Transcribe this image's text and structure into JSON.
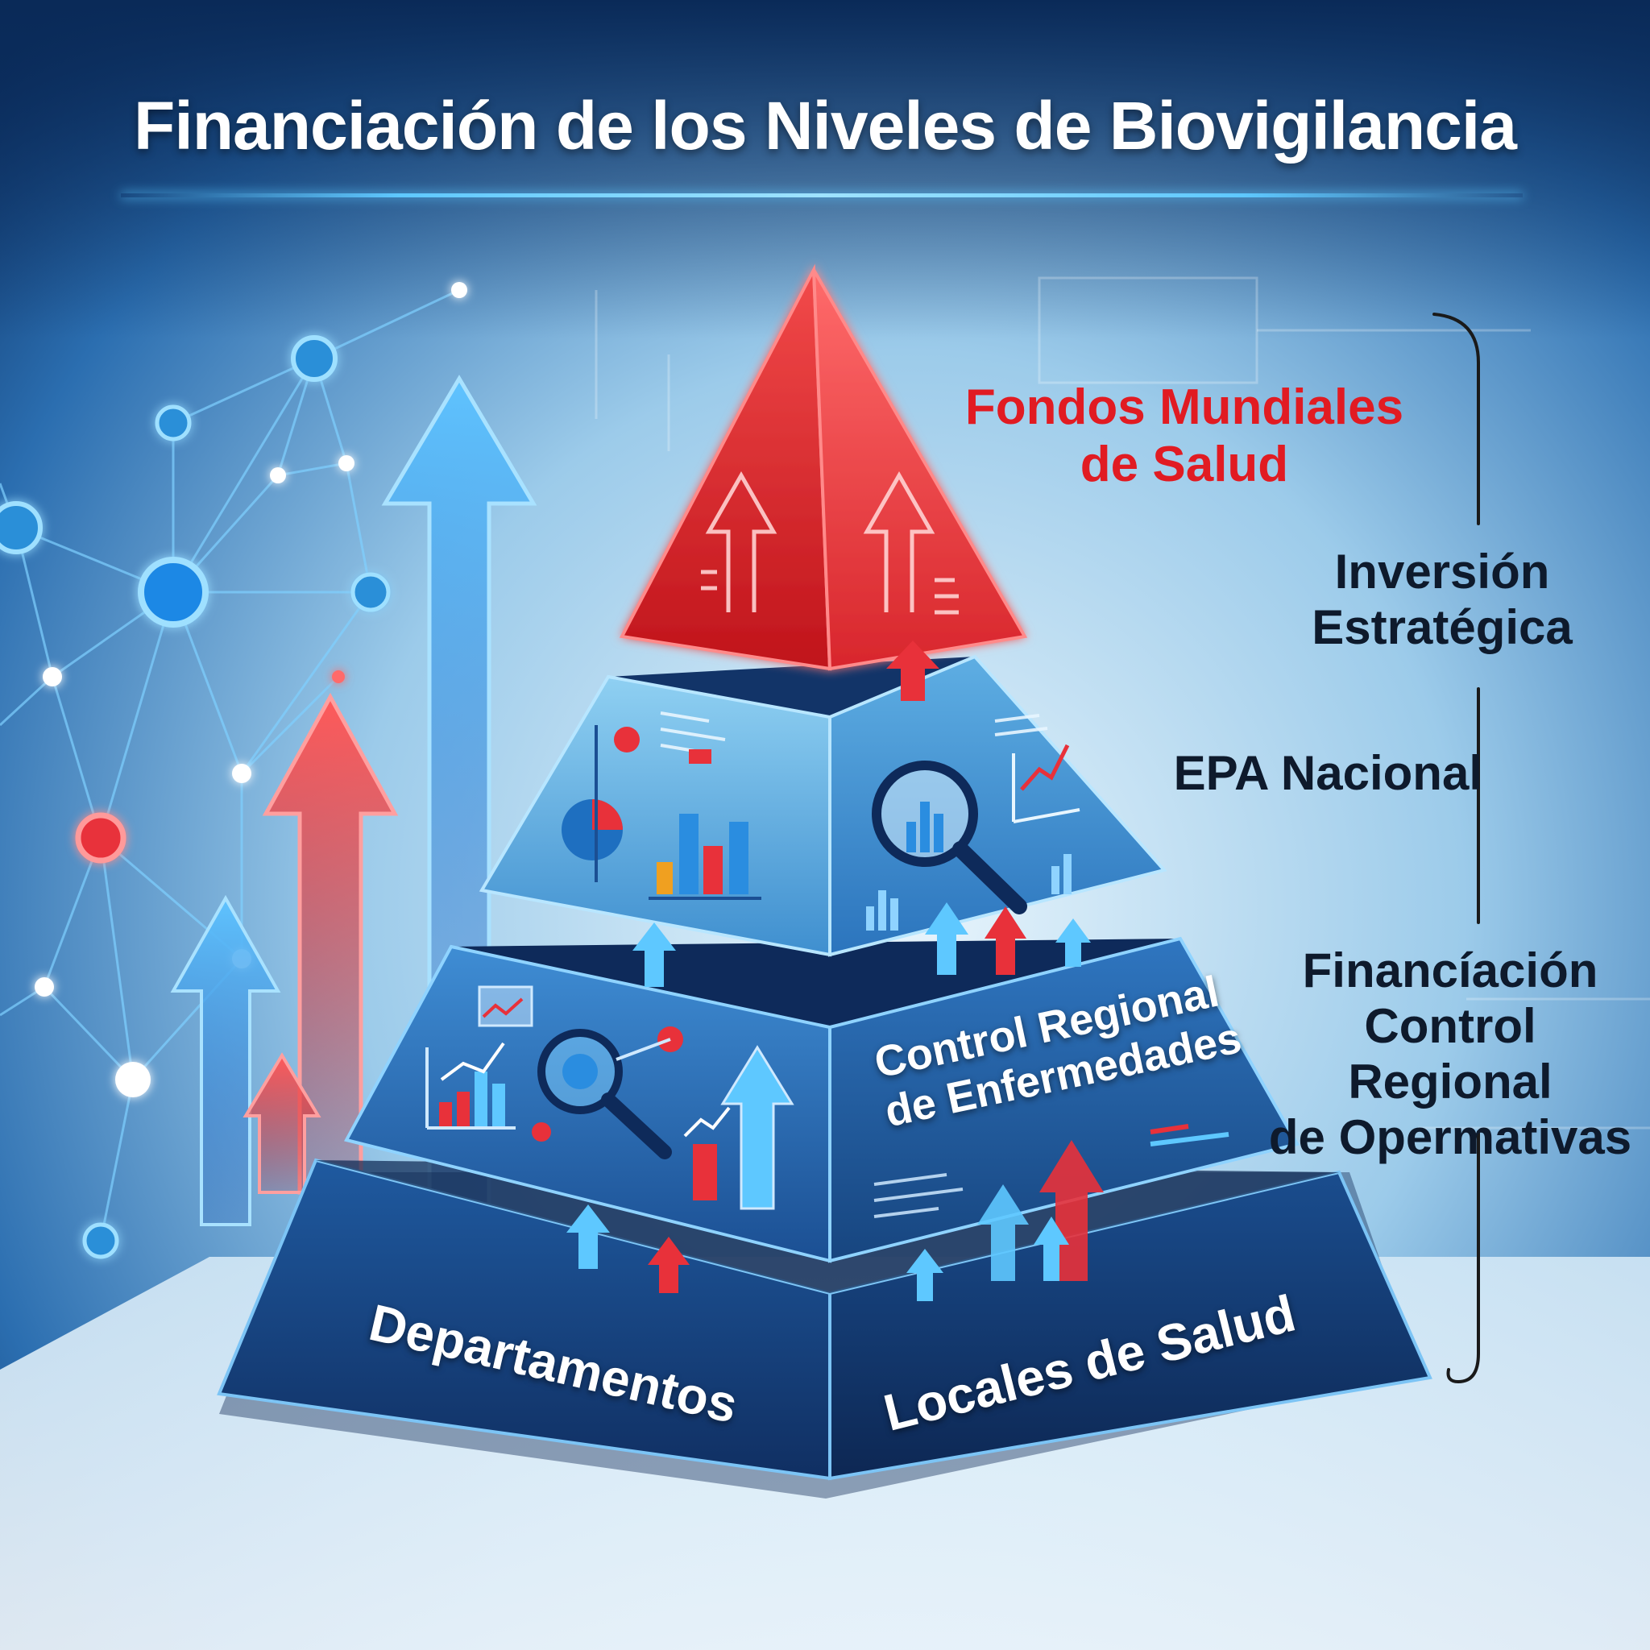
{
  "title": "Financiación de los Niveles de Biovigilancia",
  "top_tier": {
    "label_line1": "Fondos Mundiales",
    "label_line2": "de Salud"
  },
  "middle_tier": {
    "label_line1": "Control Regional",
    "label_line2": "de Enfermedades"
  },
  "base_tier": {
    "label_left": "Departamentos",
    "label_right": "Locales de Salud"
  },
  "side_labels": {
    "strategic_line1": "Inversión",
    "strategic_line2": "Estratégica",
    "national": "EPA Nacional",
    "regional_line1": "Financíación",
    "regional_line2": "Control Regional",
    "regional_line3": "de Opermativas"
  },
  "colors": {
    "background_dark": "#0f3a6e",
    "background_light": "#e6f3fb",
    "accent_red": "#e11b22",
    "accent_blue": "#1e8ef0",
    "tier_blue": "#1d5fa8",
    "tier_dark": "#123468"
  },
  "icons": [
    "up-arrow-icon",
    "bar-chart-icon",
    "magnifier-icon",
    "pie-chart-icon",
    "line-chart-icon",
    "network-node-icon"
  ]
}
